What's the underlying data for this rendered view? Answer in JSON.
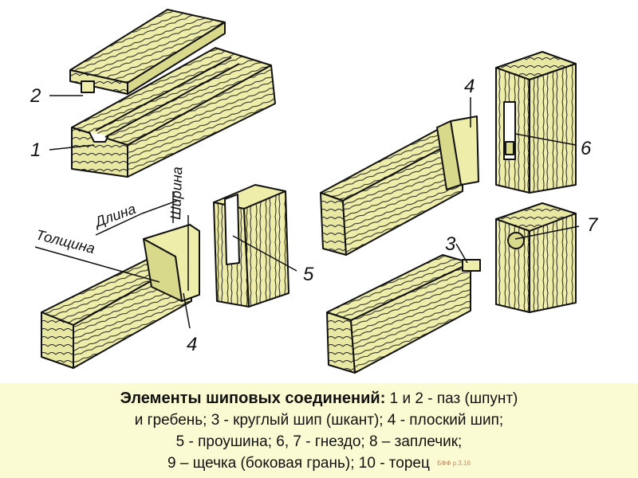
{
  "labels": {
    "n1": "1",
    "n2": "2",
    "n3": "3",
    "n4a": "4",
    "n4b": "4",
    "n5": "5",
    "n6": "6",
    "n7": "7"
  },
  "dimensions": {
    "length": "Длина",
    "width": "Ширина",
    "thickness": "Толщина"
  },
  "caption": {
    "title": "Элементы шиповых соединений:",
    "line1_rest": "1 и 2 - паз (шпунт)",
    "line2": "и гребень; 3 - круглый шип (шкант); 4 - плоский шип;",
    "line3": "5 - проушина; 6, 7 - гнездо; 8 – заплечик;",
    "line4": "9 – щечка (боковая грань); 10 - торец",
    "source_note": "БФФ р.3.16"
  },
  "colors": {
    "wood": "#eeeeaa",
    "wood_dark": "#d9d98c",
    "ink": "#111111",
    "caption_bg": "#fbfbd3"
  }
}
